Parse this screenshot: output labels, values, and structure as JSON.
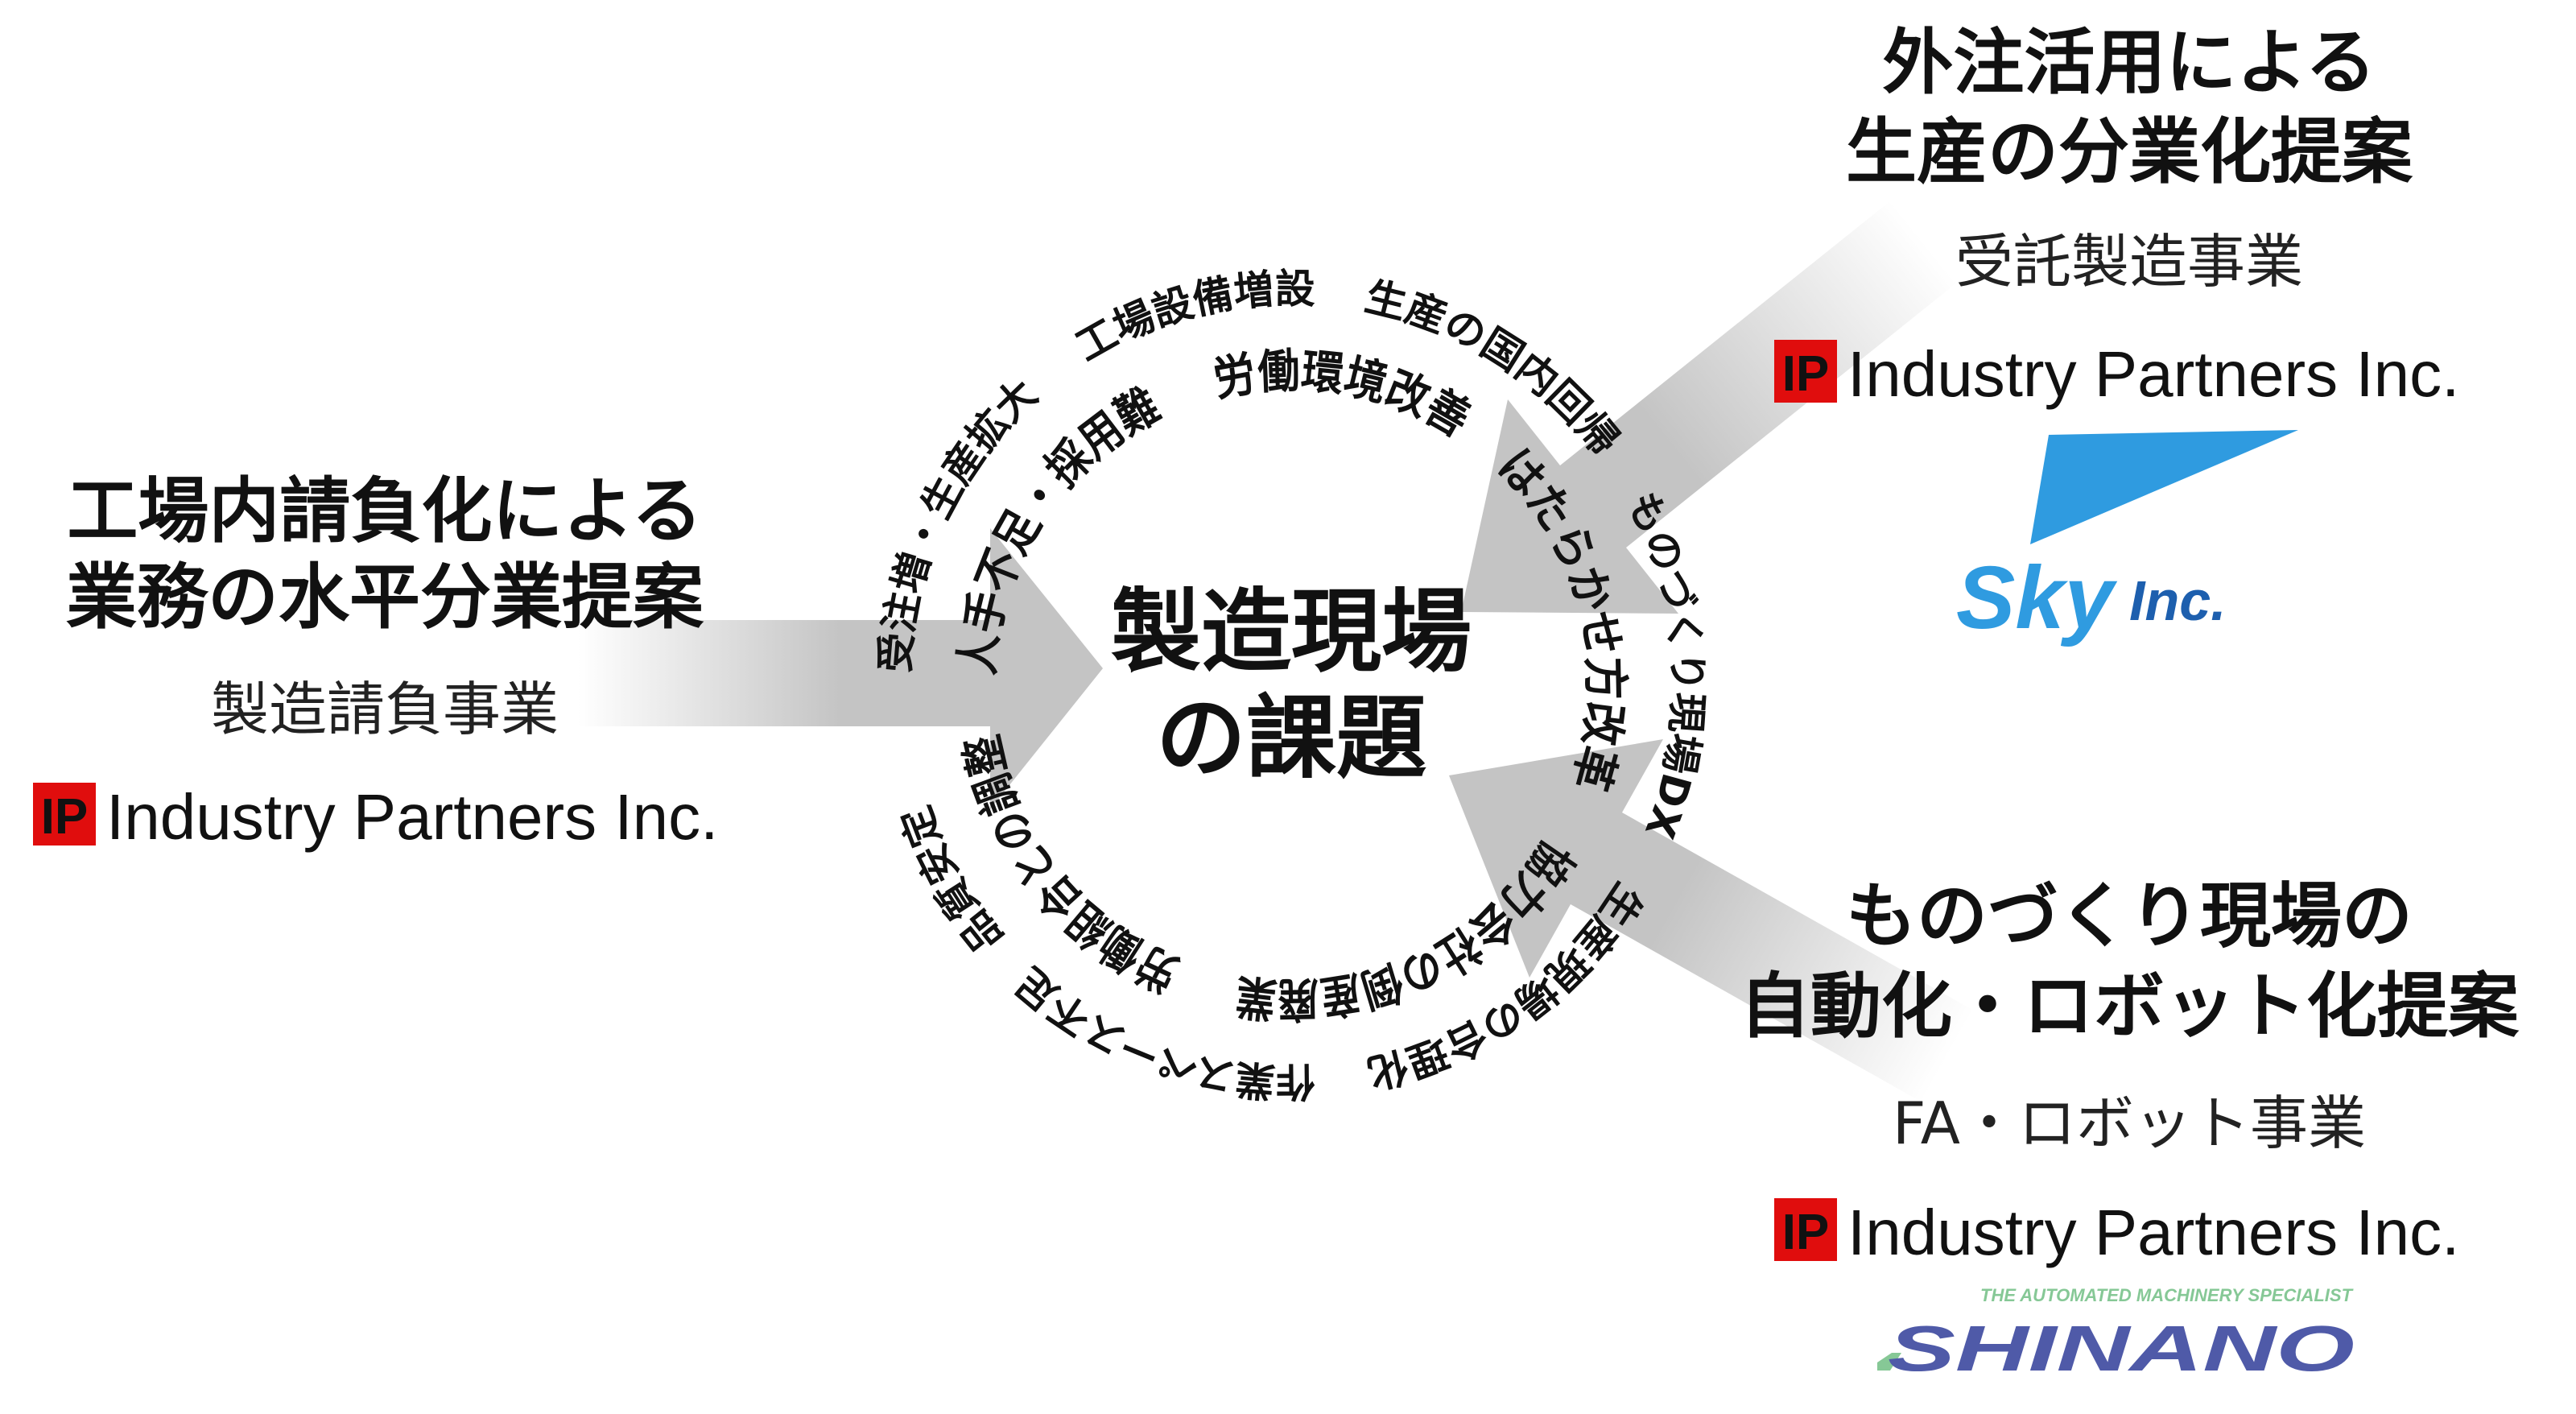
{
  "center": {
    "line1": "製造現場",
    "line2": "の課題"
  },
  "outer_ring": [
    "受注増・生産拡大",
    "工場設備増設",
    "生産の国内回帰",
    "ものづくり現場DX",
    "生産現場の合理化",
    "作業スペース不足",
    "品質安定"
  ],
  "inner_ring": [
    "人手不足・採用難",
    "労働環境改善",
    "はたらかせ方改革",
    "協力会社の倒産廃業",
    "労働組合との調整"
  ],
  "left": {
    "heading1": "工場内請負化による",
    "heading2": "業務の水平分業提案",
    "business": "製造請負事業",
    "company": "Industry Partners Inc."
  },
  "top_right": {
    "heading1": "外注活用による",
    "heading2": "生産の分業化提案",
    "business": "受託製造事業",
    "company": "Industry Partners Inc.",
    "partner_logo": {
      "name": "Sky",
      "suffix": "Inc."
    }
  },
  "bottom_right": {
    "heading1": "ものづくり現場の",
    "heading2": "自動化・ロボット化提案",
    "business": "FA・ロボット事業",
    "company": "Industry Partners Inc.",
    "partner_logo": {
      "name": "SHINANO",
      "tagline": "THE AUTOMATED MACHINERY SPECIALIST"
    }
  },
  "colors": {
    "arrow": "#c4c4c4",
    "ip_red": "#e00d0d",
    "sky_blue": "#2f9be0",
    "sky_dark": "#1d5fae",
    "shinano_blue": "#4f5aa8",
    "shinano_green": "#86c896"
  }
}
